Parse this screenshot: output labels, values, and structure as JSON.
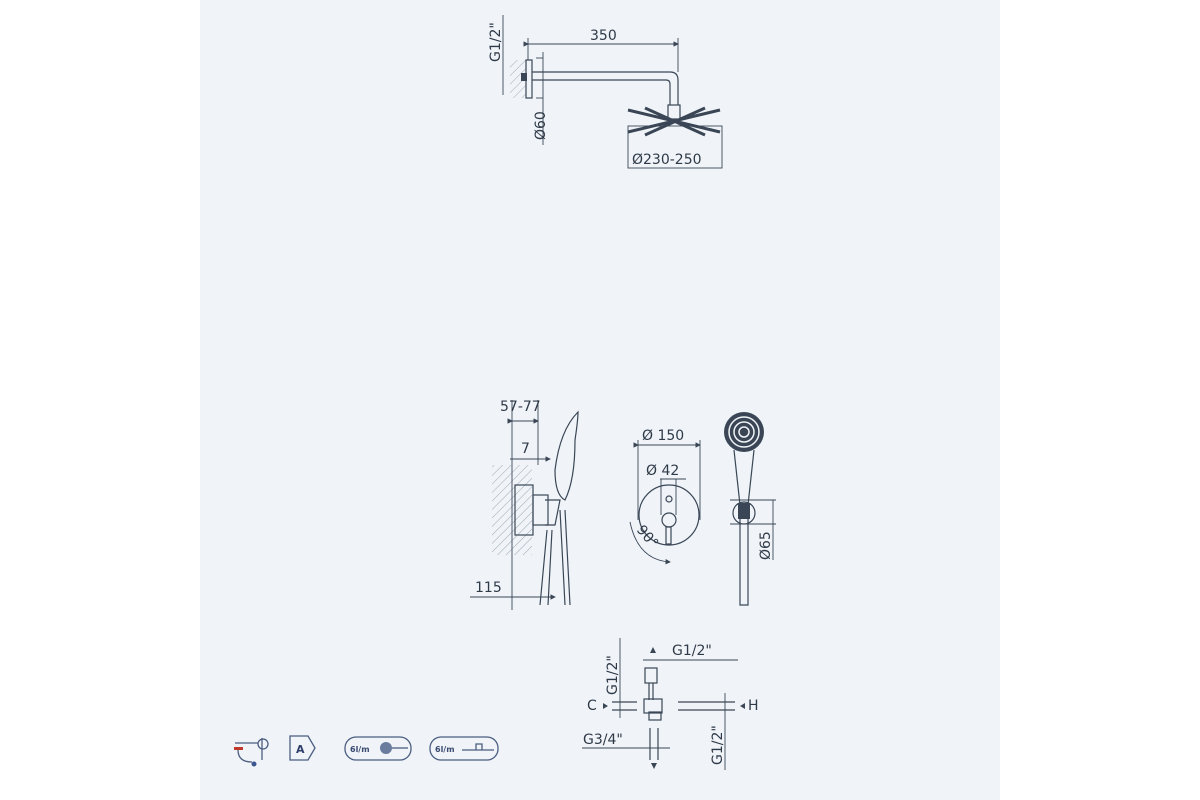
{
  "shower_head_view": {
    "thread": "G1/2\"",
    "arm_length": "350",
    "flange_diameter": "Ø60",
    "head_diameter": "Ø230-250"
  },
  "mixer_side_view": {
    "depth_range": "57-77",
    "offset": "7",
    "projection": "115"
  },
  "mixer_front_view": {
    "plate_diameter": "Ø 150",
    "handle_diameter": "Ø 42",
    "rotation_angle": "90°"
  },
  "hand_shower_view": {
    "holder_diameter": "Ø65"
  },
  "connection_view": {
    "top_thread": "G1/2\"",
    "left_thread": "G1/2\"",
    "right_thread": "G1/2\"",
    "bottom_thread": "G3/4\"",
    "cold_label": "C",
    "hot_label": "H"
  },
  "feature_icons": {
    "energy_class": "A",
    "flow_hand_shower": "6l/m",
    "flow_head_shower": "6l/m"
  }
}
